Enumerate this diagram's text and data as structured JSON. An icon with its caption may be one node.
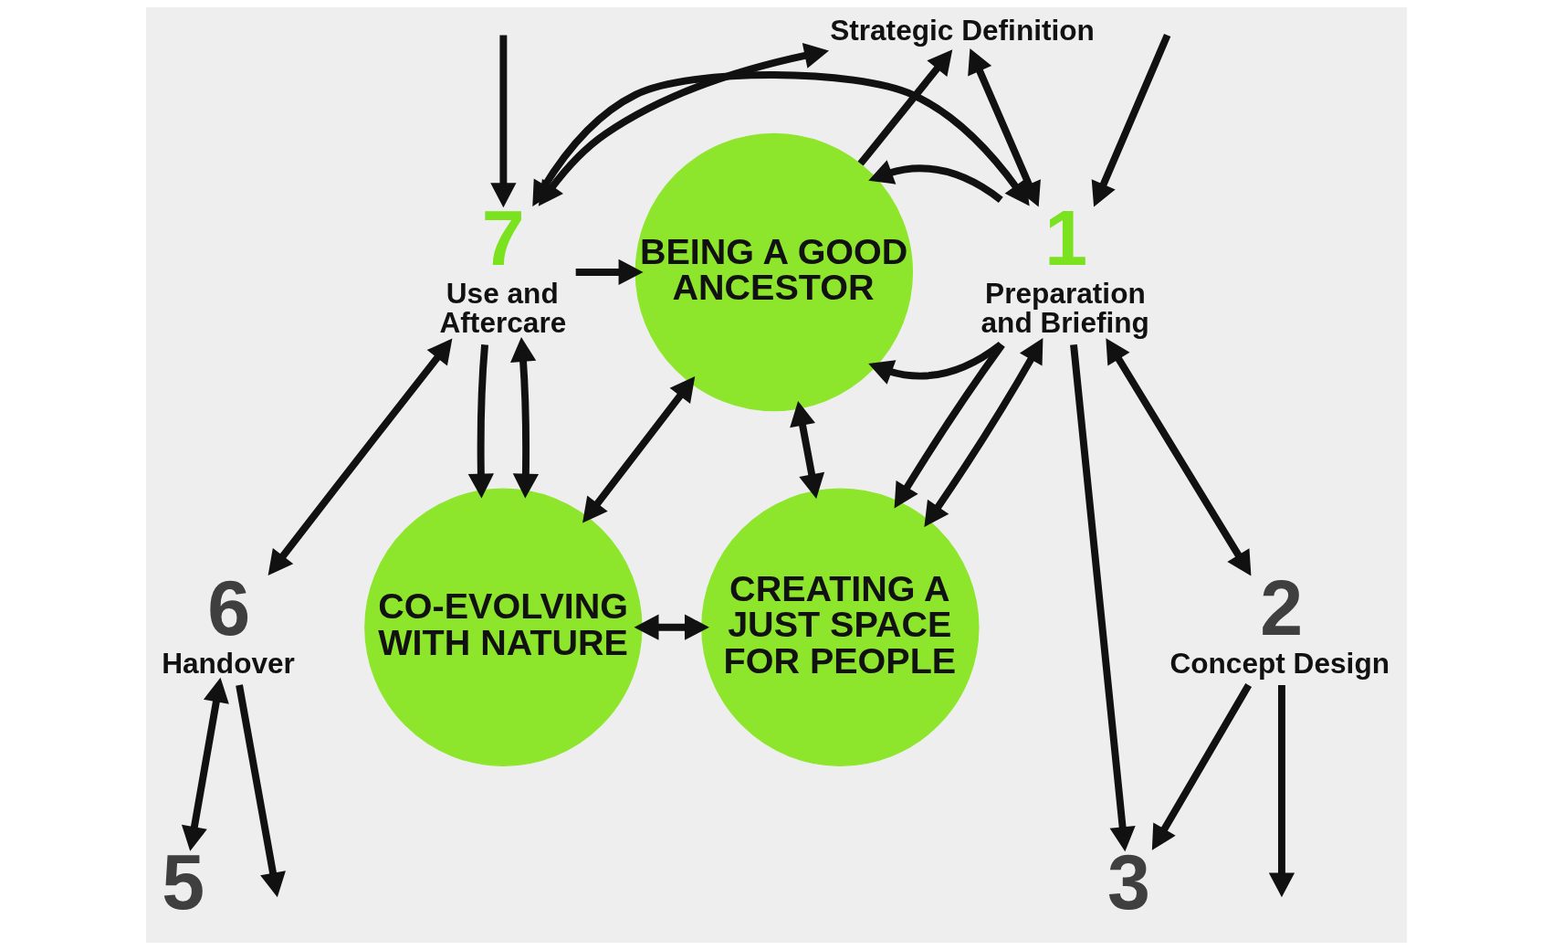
{
  "diagram": {
    "nodes": [
      {
        "text": [
          "Strategic Definition"
        ]
      },
      {
        "text": [
          "1",
          "Preparation and Briefing"
        ]
      },
      {
        "text": [
          "2",
          "Concept Design"
        ]
      },
      {
        "text": [
          "3"
        ]
      },
      {
        "text": [
          "5"
        ]
      },
      {
        "text": [
          "6",
          "Handover"
        ]
      },
      {
        "text": [
          "7",
          "Use and Aftercare"
        ]
      },
      {
        "text": [
          "BEING A GOOD ANCESTOR"
        ]
      },
      {
        "text": [
          "CO-EVOLVING WITH NATURE"
        ]
      },
      {
        "text": [
          "CREATING A JUST SPACE FOR PEOPLE"
        ]
      }
    ],
    "edges": [
      {
        "from": 6,
        "to": 0,
        "arrow": "both"
      },
      {
        "from": 0,
        "to": 1,
        "arrow": "both"
      },
      {
        "from": 7,
        "to": 0,
        "arrow": "to"
      },
      {
        "from": 6,
        "to": 1,
        "arrow": "both"
      },
      {
        "from": 1,
        "to": 7,
        "arrow": "to"
      },
      {
        "from": 6,
        "to": 7,
        "arrow": "to"
      },
      {
        "from": 6,
        "to": 8,
        "arrow": "to"
      },
      {
        "from": 6,
        "to": 5,
        "arrow": "both"
      },
      {
        "from": 7,
        "to": 8,
        "arrow": "both"
      },
      {
        "from": 1,
        "to": 7,
        "arrow": "to"
      },
      {
        "from": 1,
        "to": 9,
        "arrow": "to"
      },
      {
        "from": 7,
        "to": 9,
        "arrow": "both"
      },
      {
        "from": 1,
        "to": 2,
        "arrow": "both"
      },
      {
        "from": 8,
        "to": 9,
        "arrow": "both"
      },
      {
        "from": 2,
        "to": 3,
        "arrow": "to"
      },
      {
        "from": null,
        "to": 1,
        "arrow": "to"
      },
      {
        "from": null,
        "to": 6,
        "arrow": "to"
      },
      {
        "from": 8,
        "to": 6,
        "arrow": "both"
      },
      {
        "from": 9,
        "to": 1,
        "arrow": "both"
      },
      {
        "from": 5,
        "to": 4,
        "arrow": "both"
      },
      {
        "from": 5,
        "to": null,
        "arrow": "to"
      },
      {
        "from": 1,
        "to": 3,
        "arrow": "to"
      },
      {
        "from": 2,
        "to": null,
        "arrow": "to"
      }
    ]
  }
}
